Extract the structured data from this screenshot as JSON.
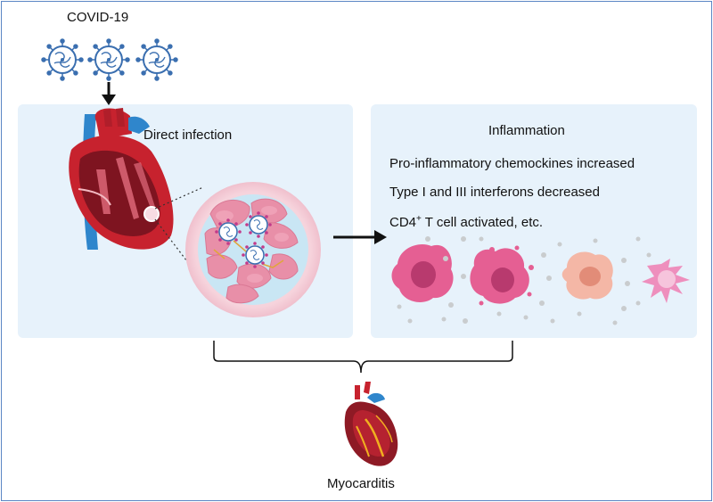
{
  "virus": {
    "title": "COVID-19",
    "count": 3
  },
  "left_panel": {
    "label": "Direct infection"
  },
  "right_panel": {
    "title": "Inflammation",
    "lines": {
      "line1": "Pro-inflammatory chemockines increased",
      "line2": "Type I and III interferons decreased",
      "line3_main": "CD4",
      "line3_sup": "+",
      "line3_rest": " T cell activated, etc."
    }
  },
  "outcome": {
    "label": "Myocarditis"
  },
  "colors": {
    "frame": "#5b86c4",
    "panel": "#e7f2fb",
    "virus": "#3b6fb0",
    "heart_red": "#c7222e",
    "heart_dark": "#7e1420",
    "vessel_blue": "#2f86cc",
    "cell_pink": "#e88fa8",
    "cell_peach": "#f4b7a6",
    "particle": "#c9ccce"
  },
  "icons": {
    "virus": "coronavirus-icon",
    "heart": "heart-anatomy-icon",
    "tissue": "infected-cardiomyocyte-tissue-icon",
    "cells": "immune-cell-icon"
  }
}
